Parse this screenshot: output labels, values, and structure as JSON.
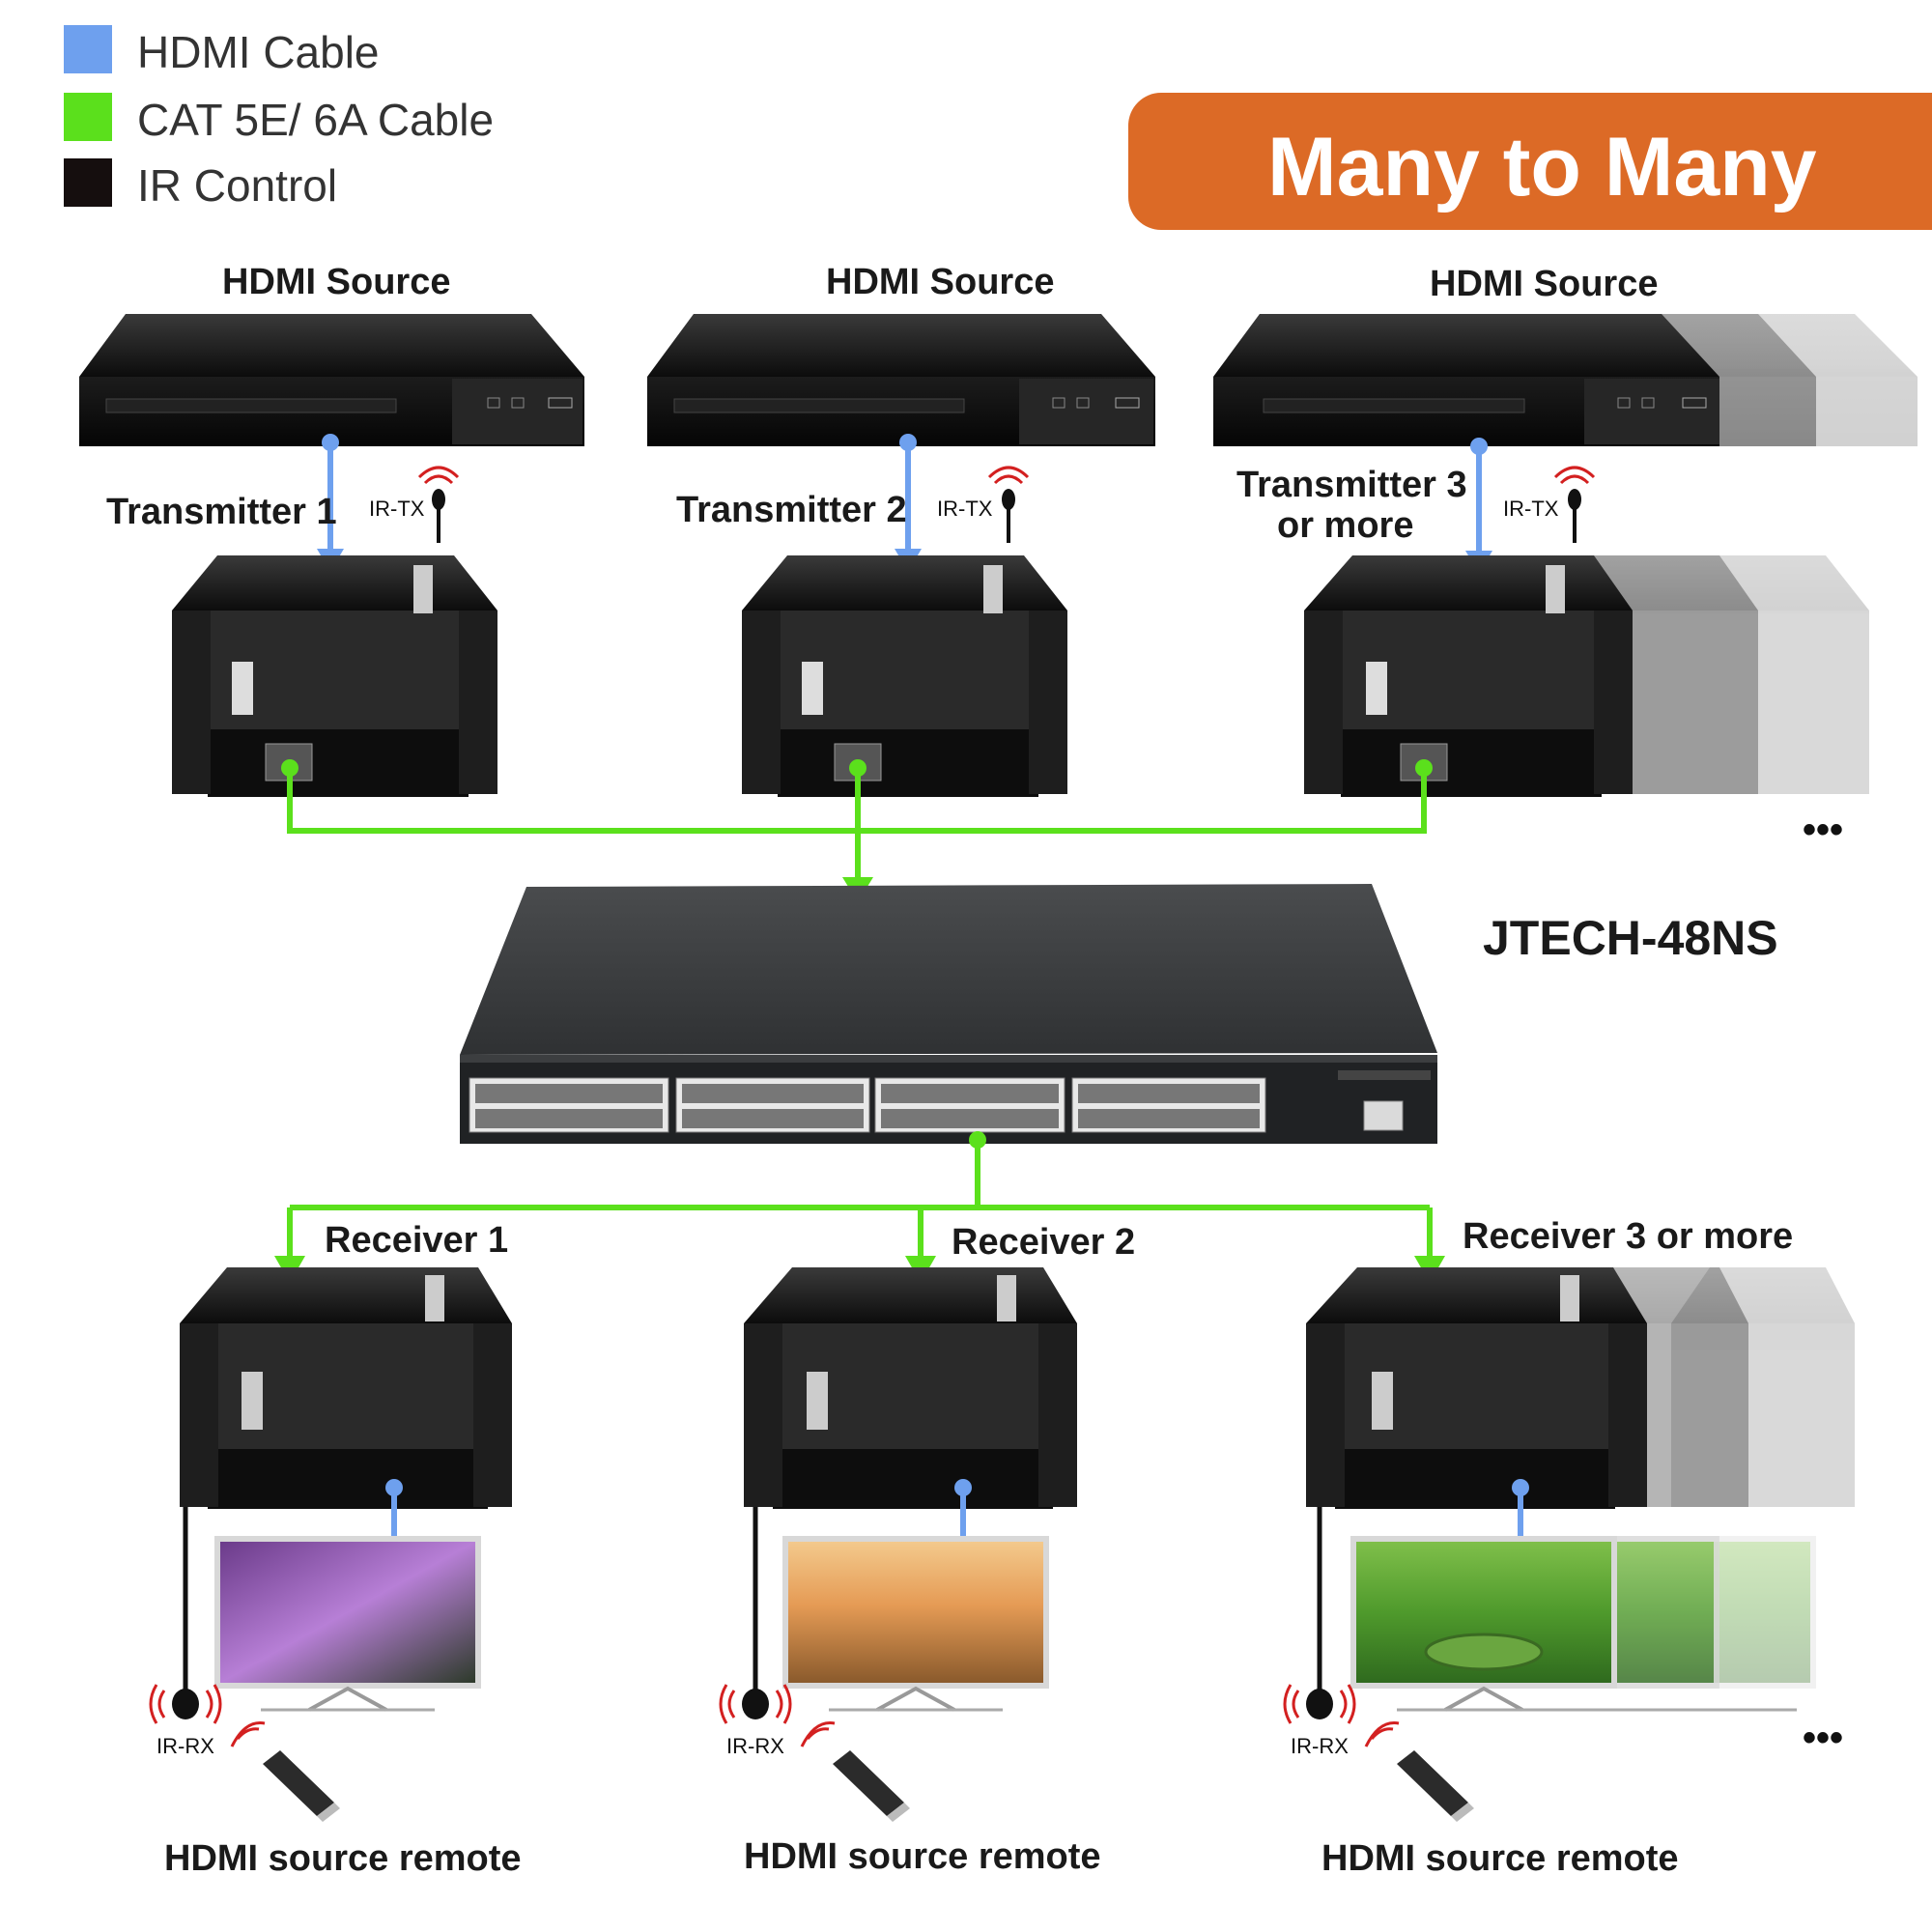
{
  "legend": {
    "items": [
      {
        "label": "HDMI Cable",
        "color": "#6ea0ee"
      },
      {
        "label": "CAT 5E/ 6A Cable",
        "color": "#5be01c"
      },
      {
        "label": "IR Control",
        "color": "#150e0e"
      }
    ]
  },
  "banner": {
    "title": "Many to Many",
    "color": "#dc6a26"
  },
  "sources": [
    {
      "label": "HDMI Source"
    },
    {
      "label": "HDMI Source"
    },
    {
      "label": "HDMI Source"
    }
  ],
  "transmitters": [
    {
      "label": "Transmitter 1",
      "ir": "IR-TX"
    },
    {
      "label": "Transmitter 2",
      "ir": "IR-TX"
    },
    {
      "label_line1": "Transmitter 3",
      "label_line2": "or more",
      "ir": "IR-TX"
    }
  ],
  "switch": {
    "model": "JTECH-48NS"
  },
  "receivers": [
    {
      "label": "Receiver 1",
      "ir": "IR-RX",
      "remote_label": "HDMI source remote"
    },
    {
      "label": "Receiver 2",
      "ir": "IR-RX",
      "remote_label": "HDMI source remote"
    },
    {
      "label": "Receiver 3 or more",
      "ir": "IR-RX",
      "remote_label": "HDMI source remote"
    }
  ],
  "ellipsis": "•••"
}
